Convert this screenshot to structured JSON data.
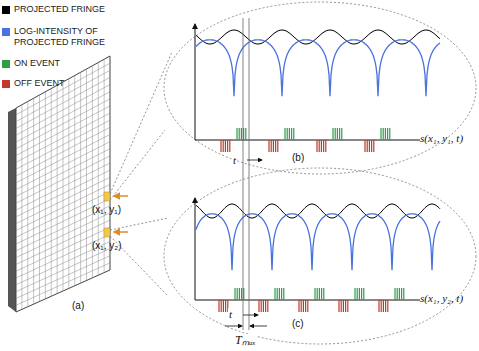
{
  "diagram": {
    "labels": [
      "(a)",
      "(x₁, y₁)",
      "(x₁, y₂)",
      "(b)",
      "(c)",
      "t",
      "t",
      "s(x₁, y₁, t)",
      "s(x₁, y₂, t)",
      "Tₘₐₓ"
    ],
    "legend": [
      {
        "text": "PROJECTED FRINGE",
        "color": "#000000"
      },
      {
        "text": "LOG-INTENSITY OF PROJECTED FRINGE",
        "color": "#4a72e0"
      },
      {
        "text": "ON EVENT",
        "color": "#2e9e4a"
      },
      {
        "text": "OFF EVENT",
        "color": "#c0392b"
      }
    ]
  }
}
